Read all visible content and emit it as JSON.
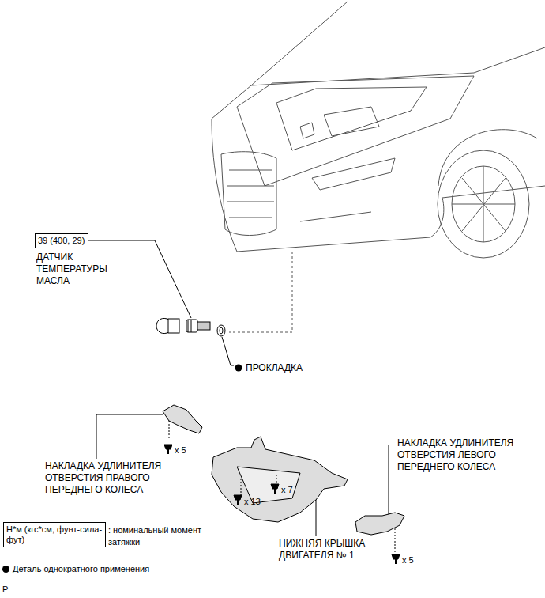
{
  "diagram": {
    "nodes": [
      {
        "text": [
          "39 (400, 29)"
        ]
      },
      {
        "text": [
          "Н*м (кгс*см, фунт-сила-фут)"
        ]
      }
    ],
    "labels": [
      "ДАТЧИК ТЕМПЕРАТУРЫ МАСЛА",
      "ПРОКЛАДКА",
      "НАКЛАДКА УДЛИНИТЕЛЯ ОТВЕРСТИЯ ПРАВОГО ПЕРЕДНЕГО КОЛЕСА",
      "x 5",
      "x 13",
      "x 7",
      "НАКЛАДКА УДЛИНИТЕЛЯ ОТВЕРСТИЯ ЛЕВОГО ПЕРЕДНЕГО КОЛЕСА",
      "НИЖНЯЯ КРЫШКА ДВИГАТЕЛЯ № 1",
      "x 5",
      ": номинальный момент затяжки",
      "P"
    ],
    "legend": [
      {
        "text": "Деталь однократного применения"
      }
    ]
  }
}
